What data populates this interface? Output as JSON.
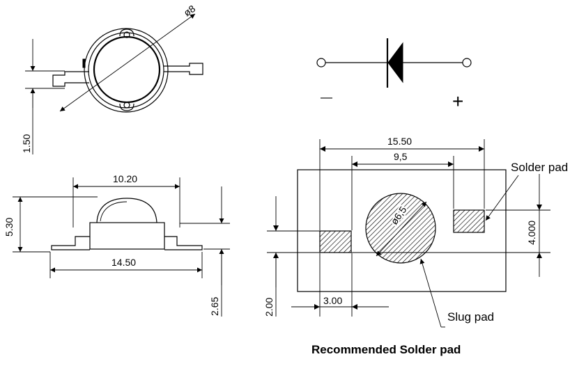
{
  "labels": {
    "diameter_top": "ø8",
    "pin_width": "1.50",
    "lens_width": "10.20",
    "height_total": "5.30",
    "body_width": "14.50",
    "lead_height": "2.65",
    "minus": "—",
    "plus": "+",
    "pad_span_outer": "15.50",
    "pad_span_inner": "9,5",
    "slug_diameter": "ø6,5",
    "pad_height": "4.000",
    "pad_width": "3.00",
    "pad_offset": "2.00",
    "solder_pad": "Solder pad",
    "slug_pad": "Slug pad",
    "caption": "Recommended Solder pad"
  }
}
